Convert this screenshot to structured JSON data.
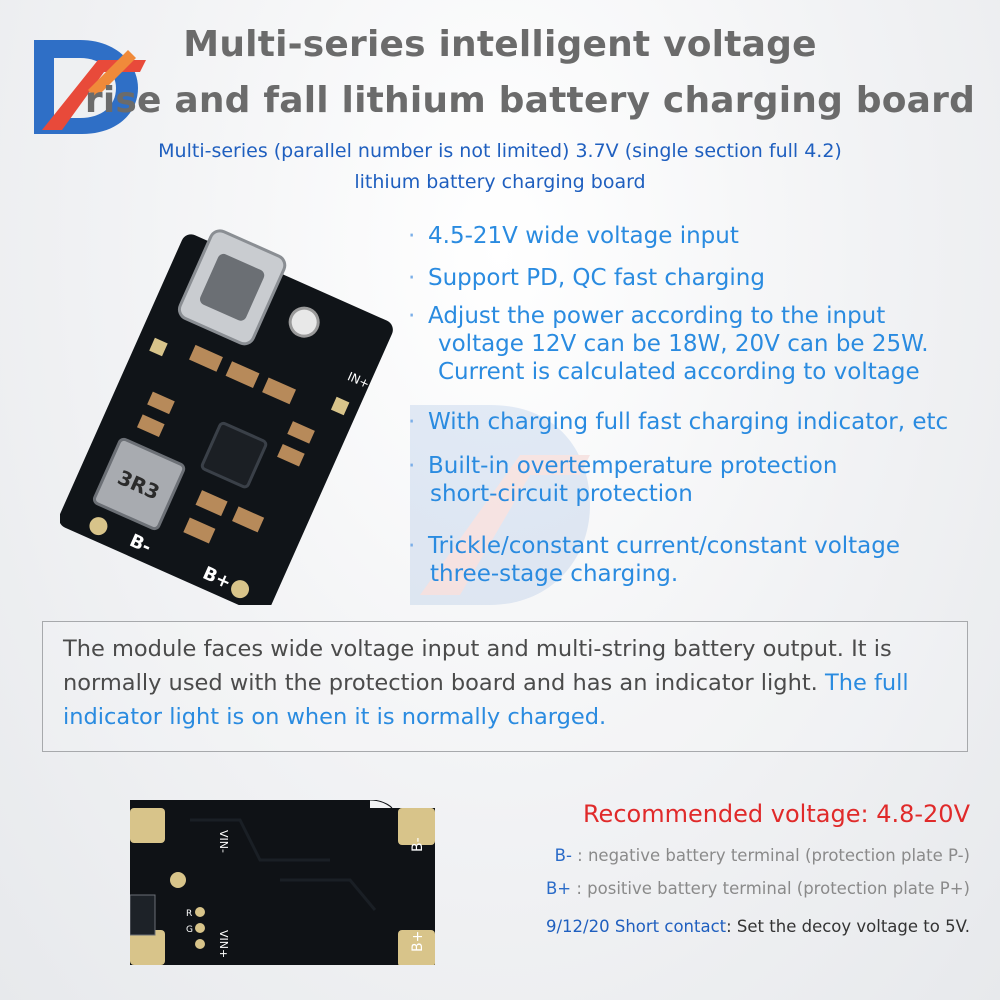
{
  "title": {
    "line1": "Multi-series intelligent voltage",
    "line2": "rise and fall lithium battery charging board"
  },
  "subtitle": {
    "line1": "Multi-series (parallel number is not limited) 3.7V (single section full 4.2)",
    "line2": "lithium battery charging board"
  },
  "features": [
    {
      "bullet": "·",
      "lines": [
        "4.5-21V wide voltage input"
      ]
    },
    {
      "bullet": "·",
      "lines": [
        "Support PD, QC fast charging"
      ]
    },
    {
      "bullet": "·",
      "lines": [
        "Adjust the power according to the input",
        "voltage 12V can be 18W, 20V can be 25W.",
        "Current is calculated according to voltage"
      ]
    },
    {
      "bullet": "·",
      "lines": [
        "With charging full fast charging indicator, etc"
      ]
    },
    {
      "bullet": "·",
      "lines": [
        "Built-in overtemperature protection",
        "short-circuit protection"
      ]
    },
    {
      "bullet": "·",
      "lines": [
        "Trickle/constant current/constant voltage",
        "three-stage charging."
      ]
    }
  ],
  "description": {
    "text": "The module faces wide voltage input and multi-string battery output. It is normally used with the protection board and has an indicator light.",
    "highlight": " The full indicator light is on when it is normally charged."
  },
  "board_top_labels": {
    "inductor": "3R3",
    "b_minus": "B-",
    "b_plus": "B+",
    "in": "IN+"
  },
  "board_bottom_labels": {
    "vin_minus": "VIN-",
    "vin_plus": "VIN+",
    "b_minus": "B-",
    "b_plus": "B+",
    "r": "R",
    "g": "G"
  },
  "specs": {
    "recommended_label": "Recommended voltage:",
    "recommended_value": "4.8-20V",
    "b_minus_key": "B-",
    "b_minus_text": " : negative battery terminal (protection plate P-)",
    "b_plus_key": "B+",
    "b_plus_text": " : positive battery terminal (protection plate P+)",
    "short_key": "9/12/20 Short contact",
    "short_text": ": Set the decoy voltage to 5V."
  },
  "colors": {
    "title": "#6b6b6b",
    "accent_blue": "#2a8be0",
    "dark_blue": "#1f5fbf",
    "red": "#e02a2a",
    "pcb": "#101418"
  }
}
